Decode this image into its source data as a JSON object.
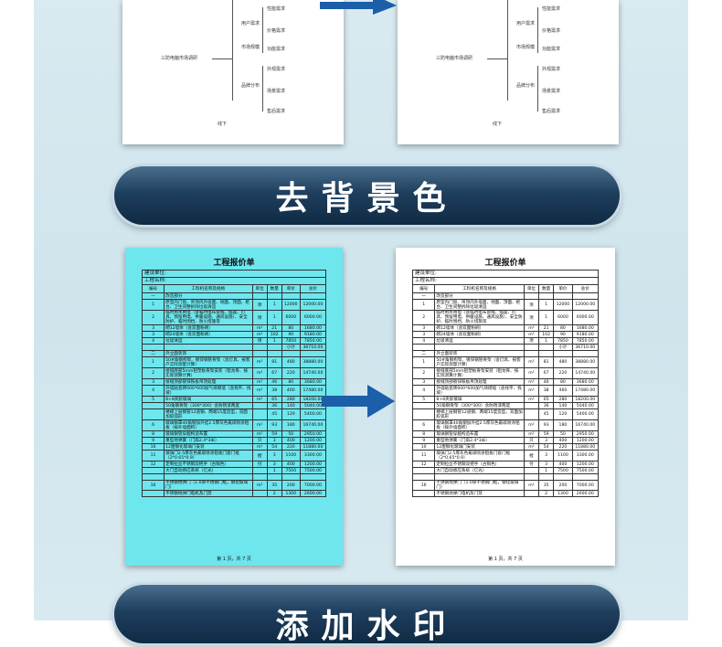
{
  "banners": {
    "remove_bg": "去背景色",
    "watermark": "添加水印"
  },
  "mindmap": {
    "root": "三防电脑市场调研",
    "branches": [
      "品牌分布",
      "用户需求",
      "市场规模",
      "线下"
    ],
    "leaves": [
      "性能需求",
      "价格需求",
      "功能需求",
      "外观需求",
      "场景需求",
      "售后需求"
    ]
  },
  "quote": {
    "title": "工程报价单",
    "meta": [
      "建设单位:",
      "工程名称:"
    ],
    "headers": [
      "编号",
      "工料机名称及规格",
      "单位",
      "数量",
      "单价",
      "总价"
    ],
    "rows": [
      [
        "一",
        "改造部分",
        "",
        "",
        "",
        ""
      ],
      [
        "1",
        "原室内门窗、吊顶内外墙面、地面、顶面、柜台、卫生间整拆除垃圾清运",
        "项",
        "1",
        "12000",
        "12000.00"
      ],
      [
        "2",
        "临时用水用电（含临时电布管线、插座、灯具、预留用电、供暖设施、通风设施）、安全防护、临时围挡、防火措施等",
        "项",
        "1",
        "6000",
        "6000.00"
      ],
      [
        "3",
        "砌12墙体（含双面粉刷）",
        "m²",
        "21",
        "80",
        "1680.00"
      ],
      [
        "3",
        "砌24墙体（含双面粉刷）",
        "m²",
        "102",
        "90",
        "9180.00"
      ],
      [
        "4",
        "垃圾清运",
        "项",
        "1",
        "7850",
        "7850.00"
      ],
      [
        "",
        "",
        "",
        "",
        "小计",
        "36710.00"
      ],
      [
        "二",
        "外立面装饰",
        "",
        "",
        "",
        ""
      ],
      [
        "1",
        "50#角钢构架、镀锌钢管骨架（含灯具、按客户实际测量计算）",
        "m²",
        "81",
        "480",
        "38880.00"
      ],
      [
        "2",
        "接缝底部5mm铝塑板骨架安装（铝龙骨、按实际测算计算）",
        "m²",
        "67",
        "220",
        "14740.00"
      ],
      [
        "3",
        "接缝顶部镀锌铁板吊顶处理",
        "m²",
        "46",
        "80",
        "3680.00"
      ],
      [
        "4",
        "外墙贴瓷砖600*600加气块砌墙（含找平、找坡）",
        "m²",
        "38",
        "460",
        "17480.00"
      ],
      [
        "5",
        "8+8夹胶玻璃",
        "m²",
        "65",
        "280",
        "18200.00"
      ],
      [
        "",
        "50角钢骨架（300*300）含防锈漆两度",
        "",
        "36",
        "140",
        "5040.00"
      ],
      [
        "",
        "楼梯上层钢管12道钢、两端15度造型，双面加胶弧形",
        "",
        "45",
        "120",
        "5400.00"
      ],
      [
        "6",
        "玻璃钢罩40角钢加外挂2.5厚灰色氟碳喷涂铝板（按外墙面积）",
        "m²",
        "93",
        "180",
        "16740.00"
      ],
      [
        "8",
        "玻璃钢管穿越构造布置",
        "m²",
        "59",
        "50",
        "2950.00"
      ],
      [
        "9",
        "重型地弹簧（门扇2.4*3米）",
        "只",
        "3",
        "400",
        "1200.00"
      ],
      [
        "10",
        "12厘钢化玻璃门安装",
        "m²",
        "54",
        "220",
        "11880.00"
      ],
      [
        "11",
        "玻璃门2.5厚灰色氟碳喷涂铝板门套门框（2*0.65*0.9）",
        "樘",
        "3",
        "1100",
        "3300.00"
      ],
      [
        "12",
        "定制拉丝不锈钢双把手（古铜色）",
        "付",
        "3",
        "400",
        "1200.00"
      ],
      [
        "",
        "大门自动感应系统（亿光）",
        "",
        "1",
        "7500",
        "7500.00"
      ],
      [
        "",
        "",
        "",
        "",
        "",
        ""
      ],
      [
        "16",
        "不锈钢地弹门（1.0厚不锈钢门框，钢化玻璃门）",
        "m²",
        "35",
        "200",
        "7000.00"
      ],
      [
        "",
        "不锈钢地弹门电机及门禁",
        "",
        "2",
        "1300",
        "2600.00"
      ]
    ],
    "footer": "第 1 页，共 7 页"
  },
  "colors": {
    "cyan_sheet": "#6ee6ee",
    "banner": "#1f3f5e",
    "arrow": "#1a5fa8"
  }
}
